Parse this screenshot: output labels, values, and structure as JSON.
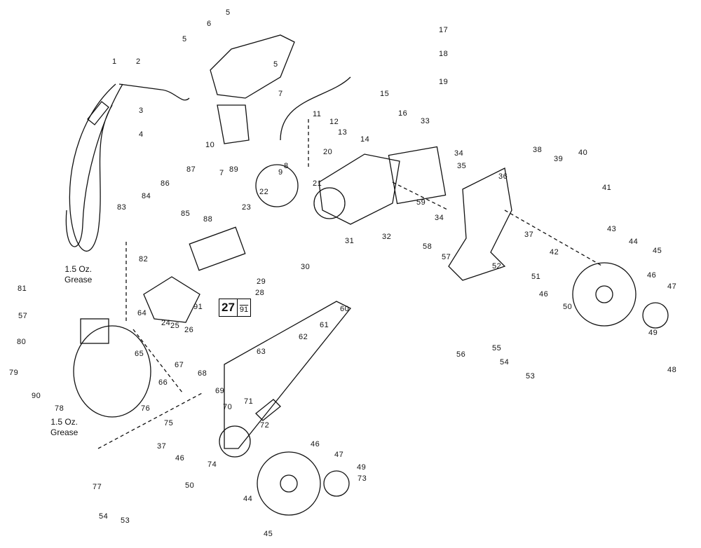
{
  "title_box": {
    "primary": "27",
    "secondary": "91"
  },
  "grease_notes": [
    {
      "amount": "1.5 Oz.",
      "label": "Grease"
    },
    {
      "amount": "1.5 Oz.",
      "label": "Grease"
    }
  ],
  "labels": [
    "1",
    "2",
    "3",
    "4",
    "5",
    "5",
    "5",
    "6",
    "7",
    "7",
    "8",
    "9",
    "10",
    "11",
    "12",
    "13",
    "14",
    "15",
    "16",
    "17",
    "18",
    "19",
    "20",
    "21",
    "22",
    "23",
    "24",
    "25",
    "26",
    "28",
    "29",
    "30",
    "31",
    "32",
    "33",
    "34",
    "34",
    "35",
    "36",
    "37",
    "38",
    "39",
    "40",
    "41",
    "42",
    "43",
    "44",
    "45",
    "46",
    "46",
    "47",
    "48",
    "49",
    "50",
    "51",
    "52",
    "53",
    "54",
    "55",
    "56",
    "57",
    "57",
    "58",
    "59",
    "60",
    "61",
    "62",
    "63",
    "64",
    "65",
    "66",
    "67",
    "68",
    "69",
    "70",
    "71",
    "72",
    "73",
    "74",
    "75",
    "76",
    "77",
    "78",
    "79",
    "80",
    "81",
    "82",
    "83",
    "84",
    "85",
    "86",
    "87",
    "88",
    "89",
    "90",
    "91",
    "37",
    "46",
    "50",
    "44",
    "45",
    "46",
    "47",
    "49",
    "54",
    "53"
  ]
}
